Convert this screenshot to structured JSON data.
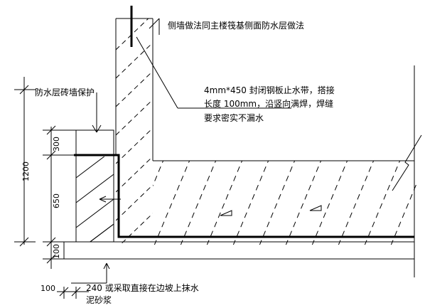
{
  "annotations": {
    "side_wall": "侧墙做法同主楼筏基侧面防水层做法",
    "brick_protection": "防水层砖墙保护",
    "waterstop_line1": "4mm*450 封闭钢板止水带，搭接",
    "waterstop_line2": "长度 100mm，沿竖向满焊，焊缝",
    "waterstop_line3": "要求密实不漏水",
    "bottom_line1": "240 或采取直接在边坡上抹水",
    "bottom_line2": "泥砂浆"
  },
  "dimensions": {
    "d300": "300",
    "d1200": "1200",
    "d650": "650",
    "d100_vert": "100",
    "d100_horiz": "100"
  },
  "colors": {
    "line": "#000000",
    "background": "#ffffff"
  }
}
